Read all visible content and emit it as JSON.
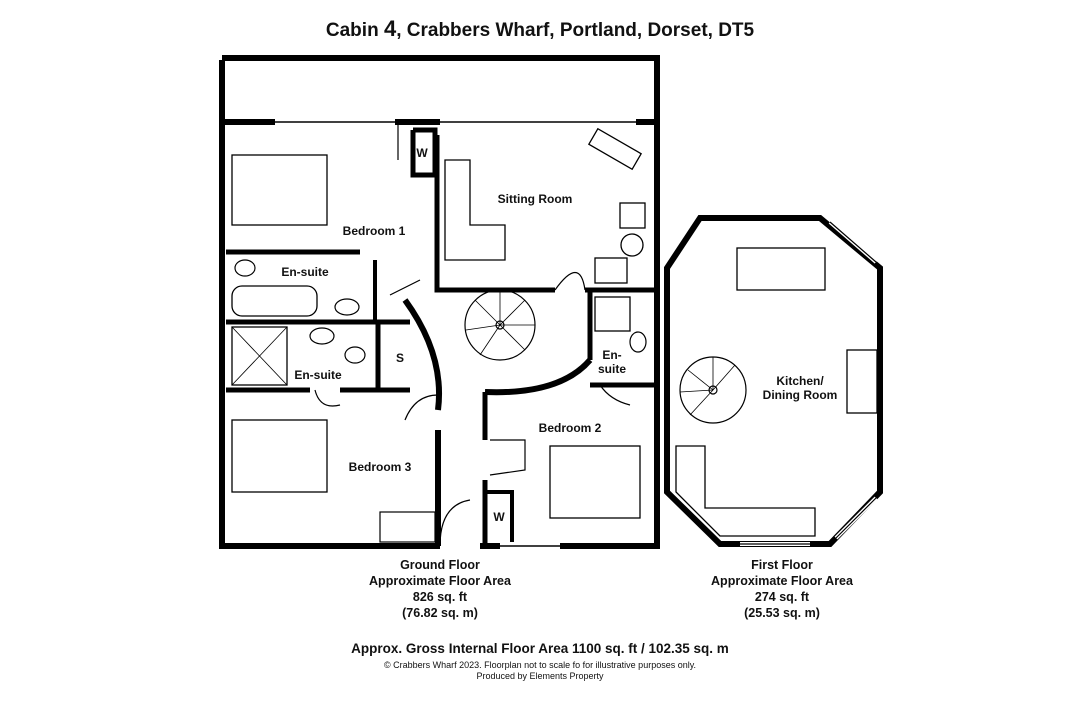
{
  "title": {
    "prefix": "Cabin",
    "number": "4",
    "suffix": ", Crabbers Wharf, Portland, Dorset, DT5"
  },
  "rooms": {
    "bedroom1": "Bedroom 1",
    "ensuite1": "En-suite",
    "ensuite3": "En-suite",
    "ensuite2_line1": "En-",
    "ensuite2_line2": "suite",
    "sitting": "Sitting Room",
    "bedroom2": "Bedroom 2",
    "bedroom3": "Bedroom 3",
    "wardrobe_top": "W",
    "wardrobe_bottom": "W",
    "store": "S",
    "kitchen_line1": "Kitchen/",
    "kitchen_line2": "Dining Room"
  },
  "ground_floor": {
    "name": "Ground Floor",
    "label": "Approximate Floor Area",
    "sqft": "826 sq. ft",
    "sqm": "(76.82 sq. m)"
  },
  "first_floor": {
    "name": "First Floor",
    "label": "Approximate Floor Area",
    "sqft": "274 sq. ft",
    "sqm": "(25.53 sq. m)"
  },
  "gross": "Approx. Gross Internal Floor Area 1100 sq. ft / 102.35 sq. m",
  "copyright": "© Crabbers Wharf 2023. Floorplan not to scale fo for illustrative purposes only.",
  "credit": "Produced by Elements Property"
}
